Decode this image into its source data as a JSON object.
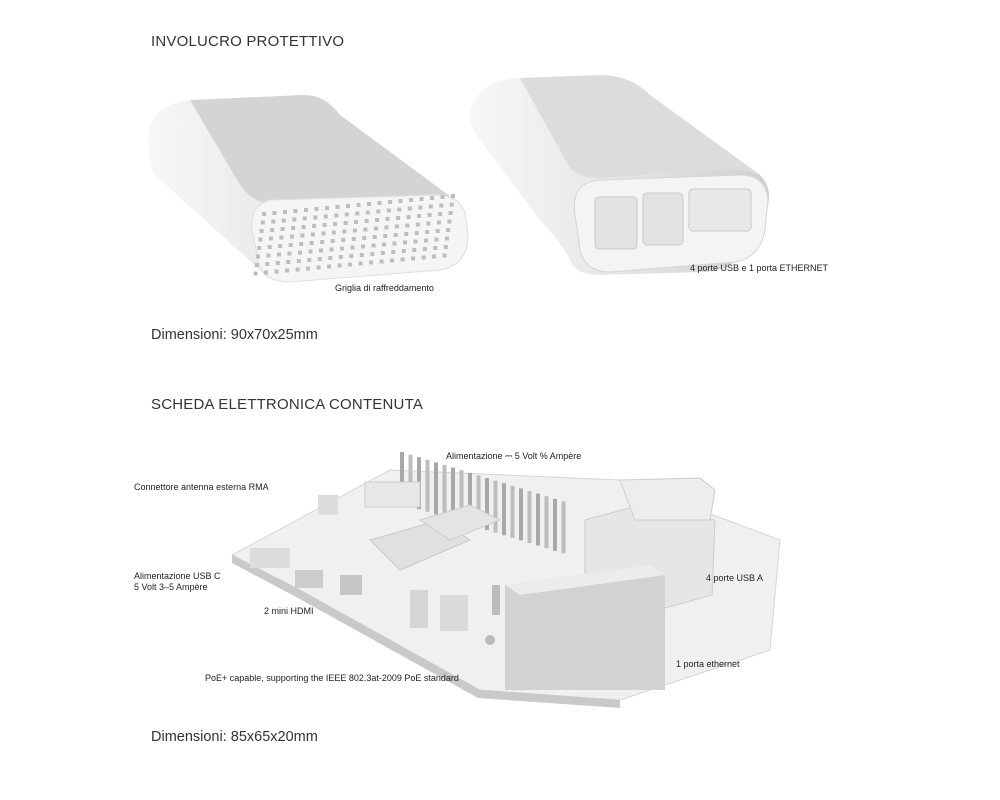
{
  "section1": {
    "title": "INVOLUCRO PROTETTIVO",
    "label_grid": "Griglia di raffreddamento",
    "label_ports": "4 porte USB e 1 porta ETHERNET",
    "dimensions": "Dimensioni: 90x70x25mm"
  },
  "section2": {
    "title": "SCHEDA ELETTRONICA CONTENUTA",
    "label_power_gpio": "Alimentazione ⎓ 5 Volt % Ampère",
    "label_antenna": "Connettore antenna esterna RMA",
    "label_usbc_line1": "Alimentazione USB C",
    "label_usbc_line2": "5 Volt 3–5  Ampère",
    "label_hdmi": "2 mini HDMI",
    "label_poe": "PoE+ capable, supporting the IEEE 802.3at-2009 PoE standard",
    "label_usb": "4 porte USB A",
    "label_ethernet": "1 porta ethernet",
    "dimensions": "Dimensioni: 85x65x20mm"
  }
}
